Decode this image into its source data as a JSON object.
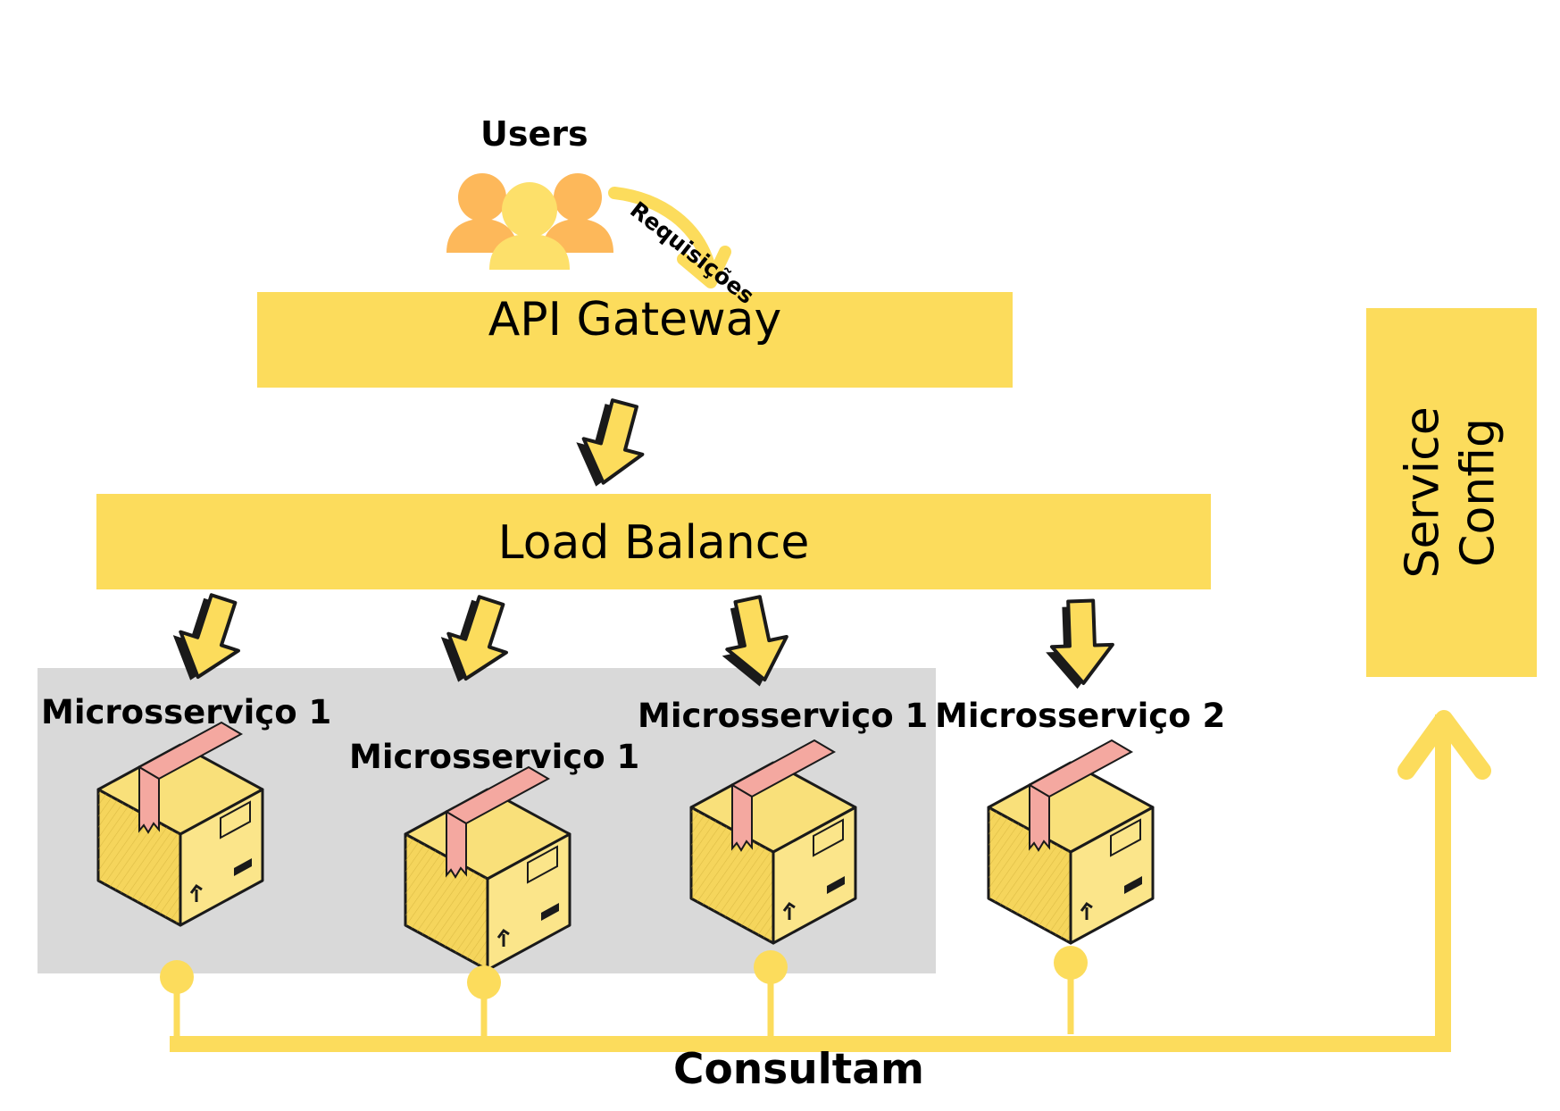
{
  "users": {
    "label": "Users",
    "arrow_label": "Requisições"
  },
  "gateway": {
    "label": "API Gateway"
  },
  "load_balance": {
    "label": "Load Balance"
  },
  "microservices": [
    {
      "label": "Microsserviço 1"
    },
    {
      "label": "Microsserviço 1"
    },
    {
      "label": "Microsserviço 1"
    },
    {
      "label": "Microsserviço 2"
    }
  ],
  "service_config": {
    "line1": "Service",
    "line2": "Config"
  },
  "bus": {
    "label": "Consultam"
  },
  "colors": {
    "yellow": "#fcdc5c",
    "gray_group": "#d9d9d9",
    "users_orange": "#fdb85a",
    "box_yellow": "#f9e07a",
    "box_tape": "#f4a8a0",
    "arrow_outline": "#1a1a1a"
  },
  "icons": [
    "users-icon",
    "curved-arrow-icon",
    "down-arrow-icon",
    "package-box-icon",
    "up-arrow-icon"
  ]
}
